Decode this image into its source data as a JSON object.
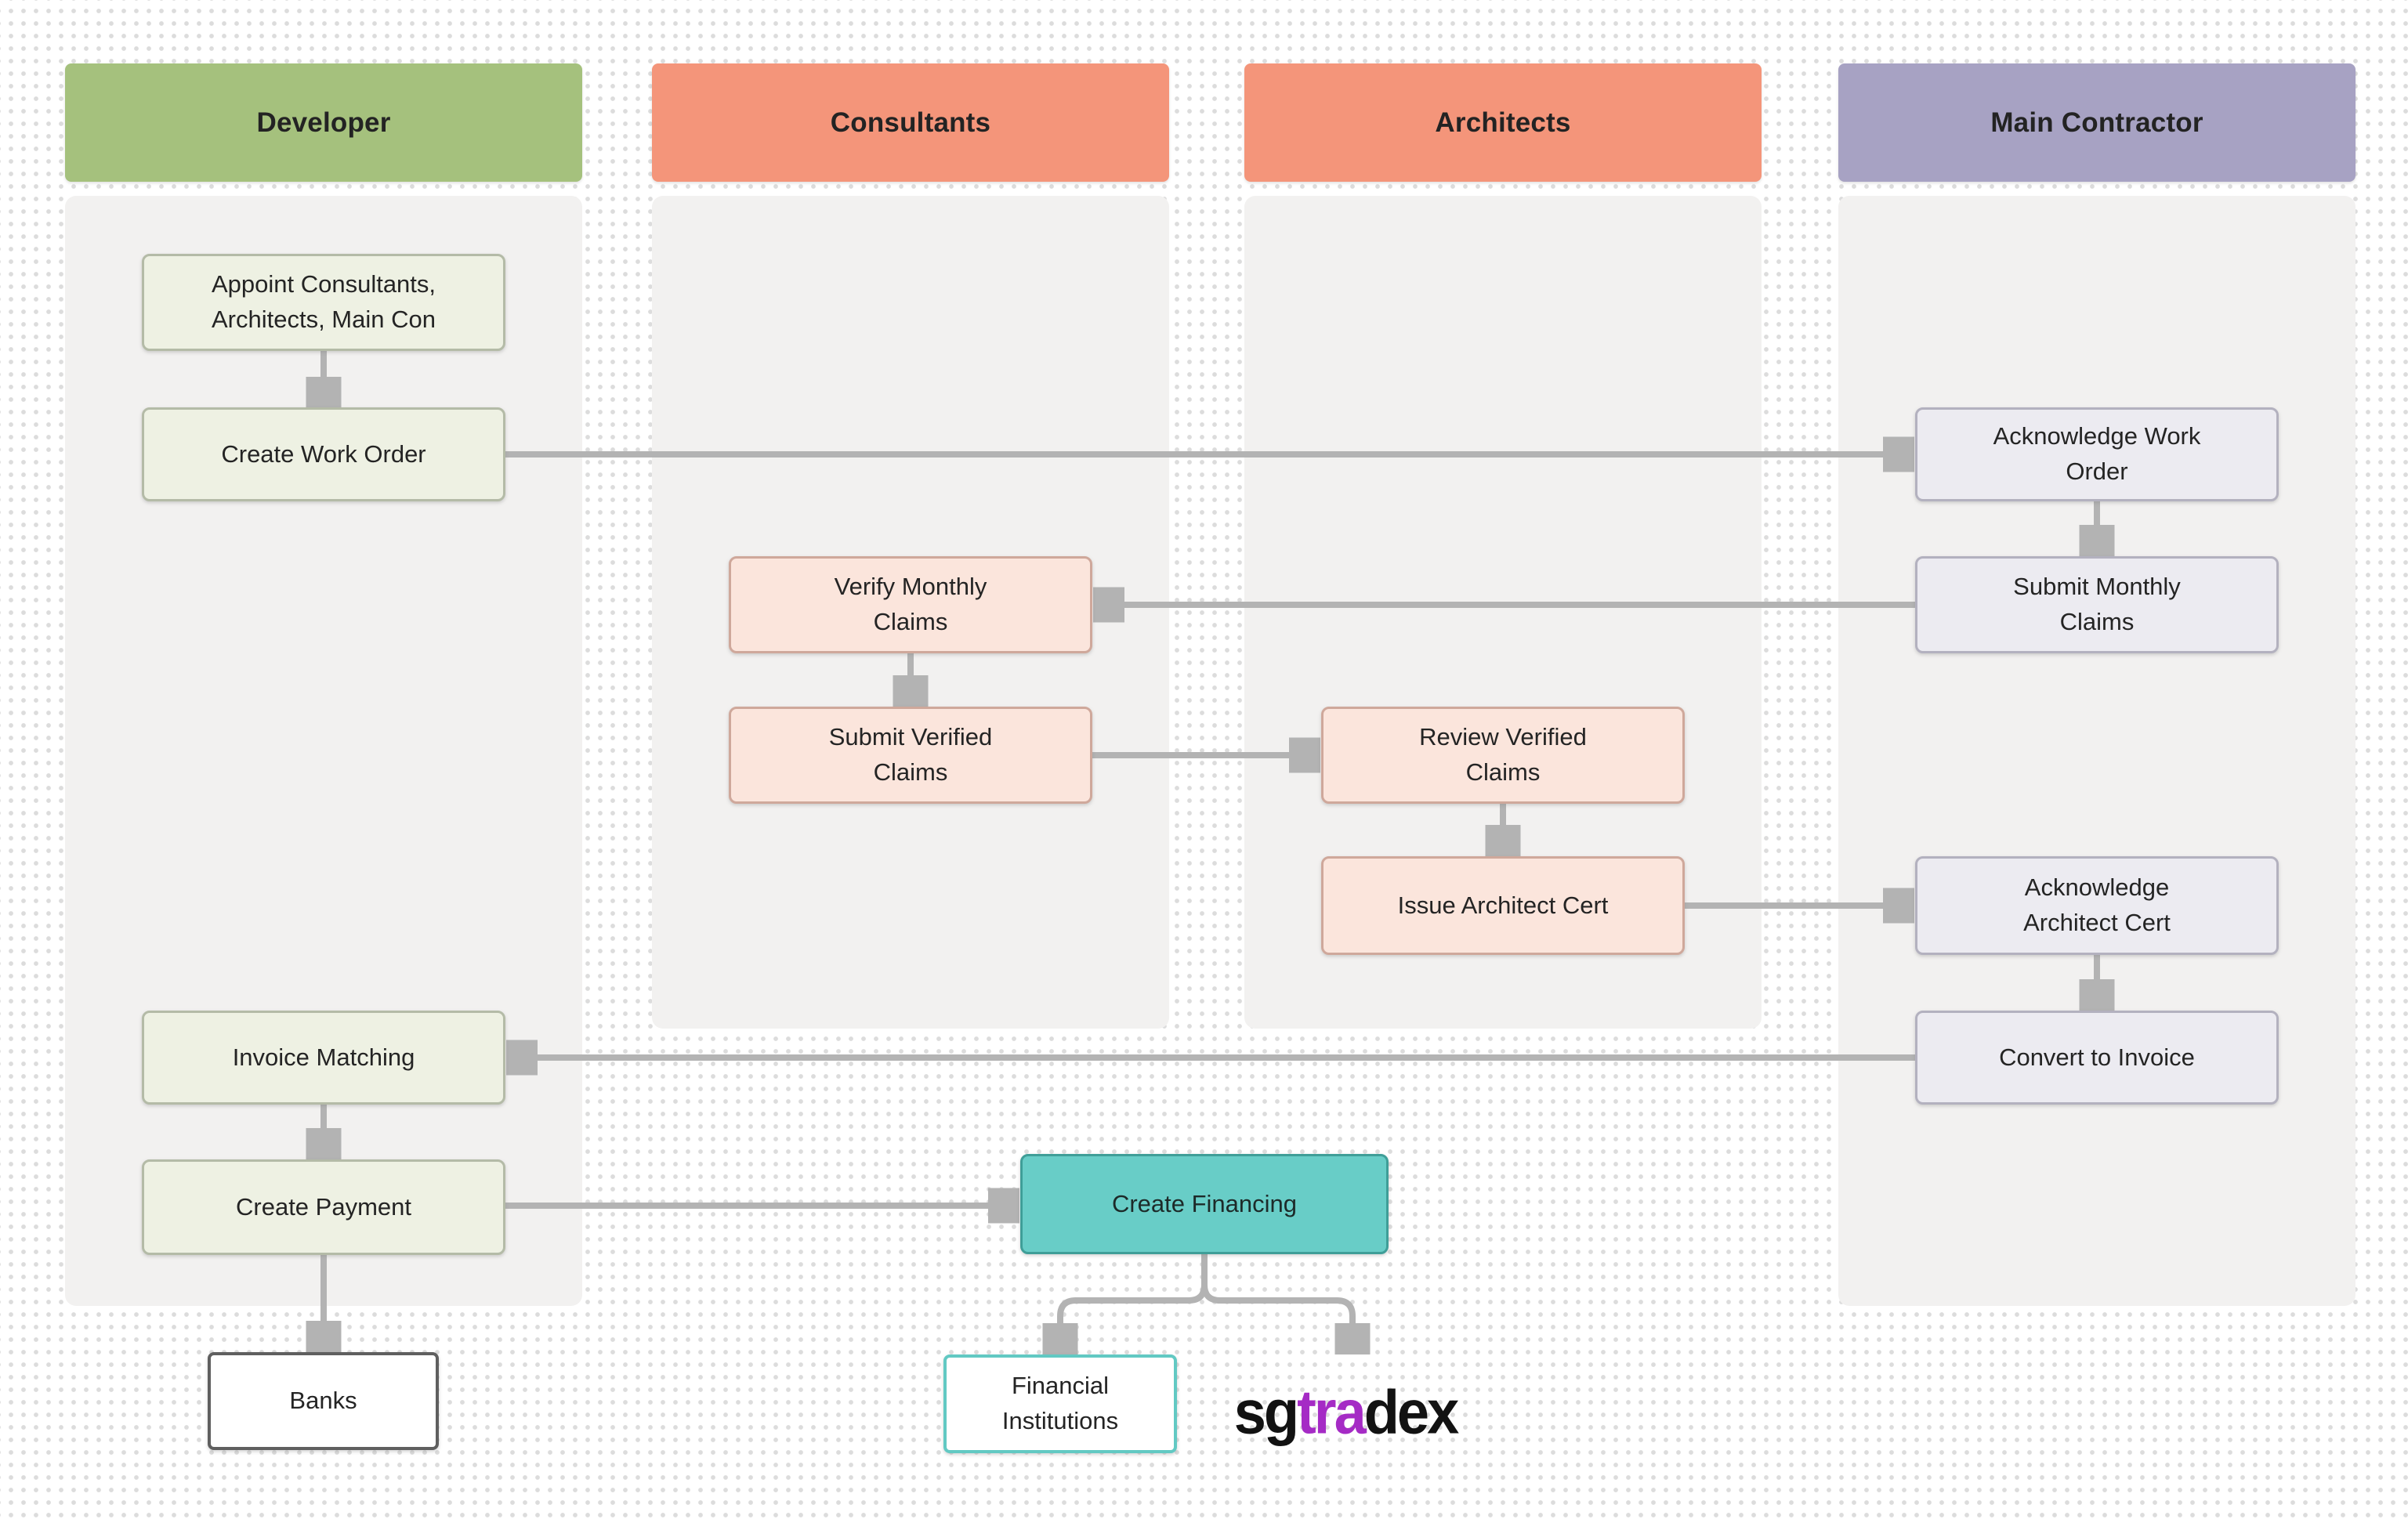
{
  "diagram": {
    "lanes": [
      {
        "label": "Developer",
        "header_color": "#a5c17d"
      },
      {
        "label": "Consultants",
        "header_color": "#f4957a"
      },
      {
        "label": "Architects",
        "header_color": "#f4957a"
      },
      {
        "label": "Main Contractor",
        "header_color": "#a7a2c3"
      }
    ],
    "nodes": {
      "appoint": "Appoint Consultants,\nArchitects, Main Con",
      "create_work_order": "Create Work Order",
      "verify_monthly_claims": "Verify Monthly\nClaims",
      "submit_verified_claims": "Submit Verified\nClaims",
      "review_verified_claims": "Review Verified\nClaims",
      "issue_architect_cert": "Issue Architect Cert",
      "acknowledge_work_order": "Acknowledge Work\nOrder",
      "submit_monthly_claims": "Submit Monthly\nClaims",
      "acknowledge_architect_cert": "Acknowledge\nArchitect Cert",
      "convert_to_invoice": "Convert to Invoice",
      "invoice_matching": "Invoice Matching",
      "create_payment": "Create Payment",
      "create_financing": "Create Financing",
      "banks": "Banks",
      "financial_institutions": "Financial\nInstitutions"
    },
    "logo": {
      "prefix": "sg",
      "highlight": "tra",
      "suffix": "dex"
    },
    "colors": {
      "arrow": "#b3b3b3",
      "lane_background": "#f2f1f0",
      "developer_node_fill": "#eef1e3",
      "developer_node_border": "#b4bba7",
      "claims_node_fill": "#fbe5dc",
      "claims_node_border": "#cfa89b",
      "contractor_node_fill": "#ecebf1",
      "contractor_node_border": "#b3b1bf",
      "financing_fill": "#68cdc7",
      "financing_border": "#3f9e98",
      "banks_border": "#5f5f5f",
      "financial_institutions_border": "#62c9c3",
      "logo_highlight": "#a52bc5"
    }
  }
}
